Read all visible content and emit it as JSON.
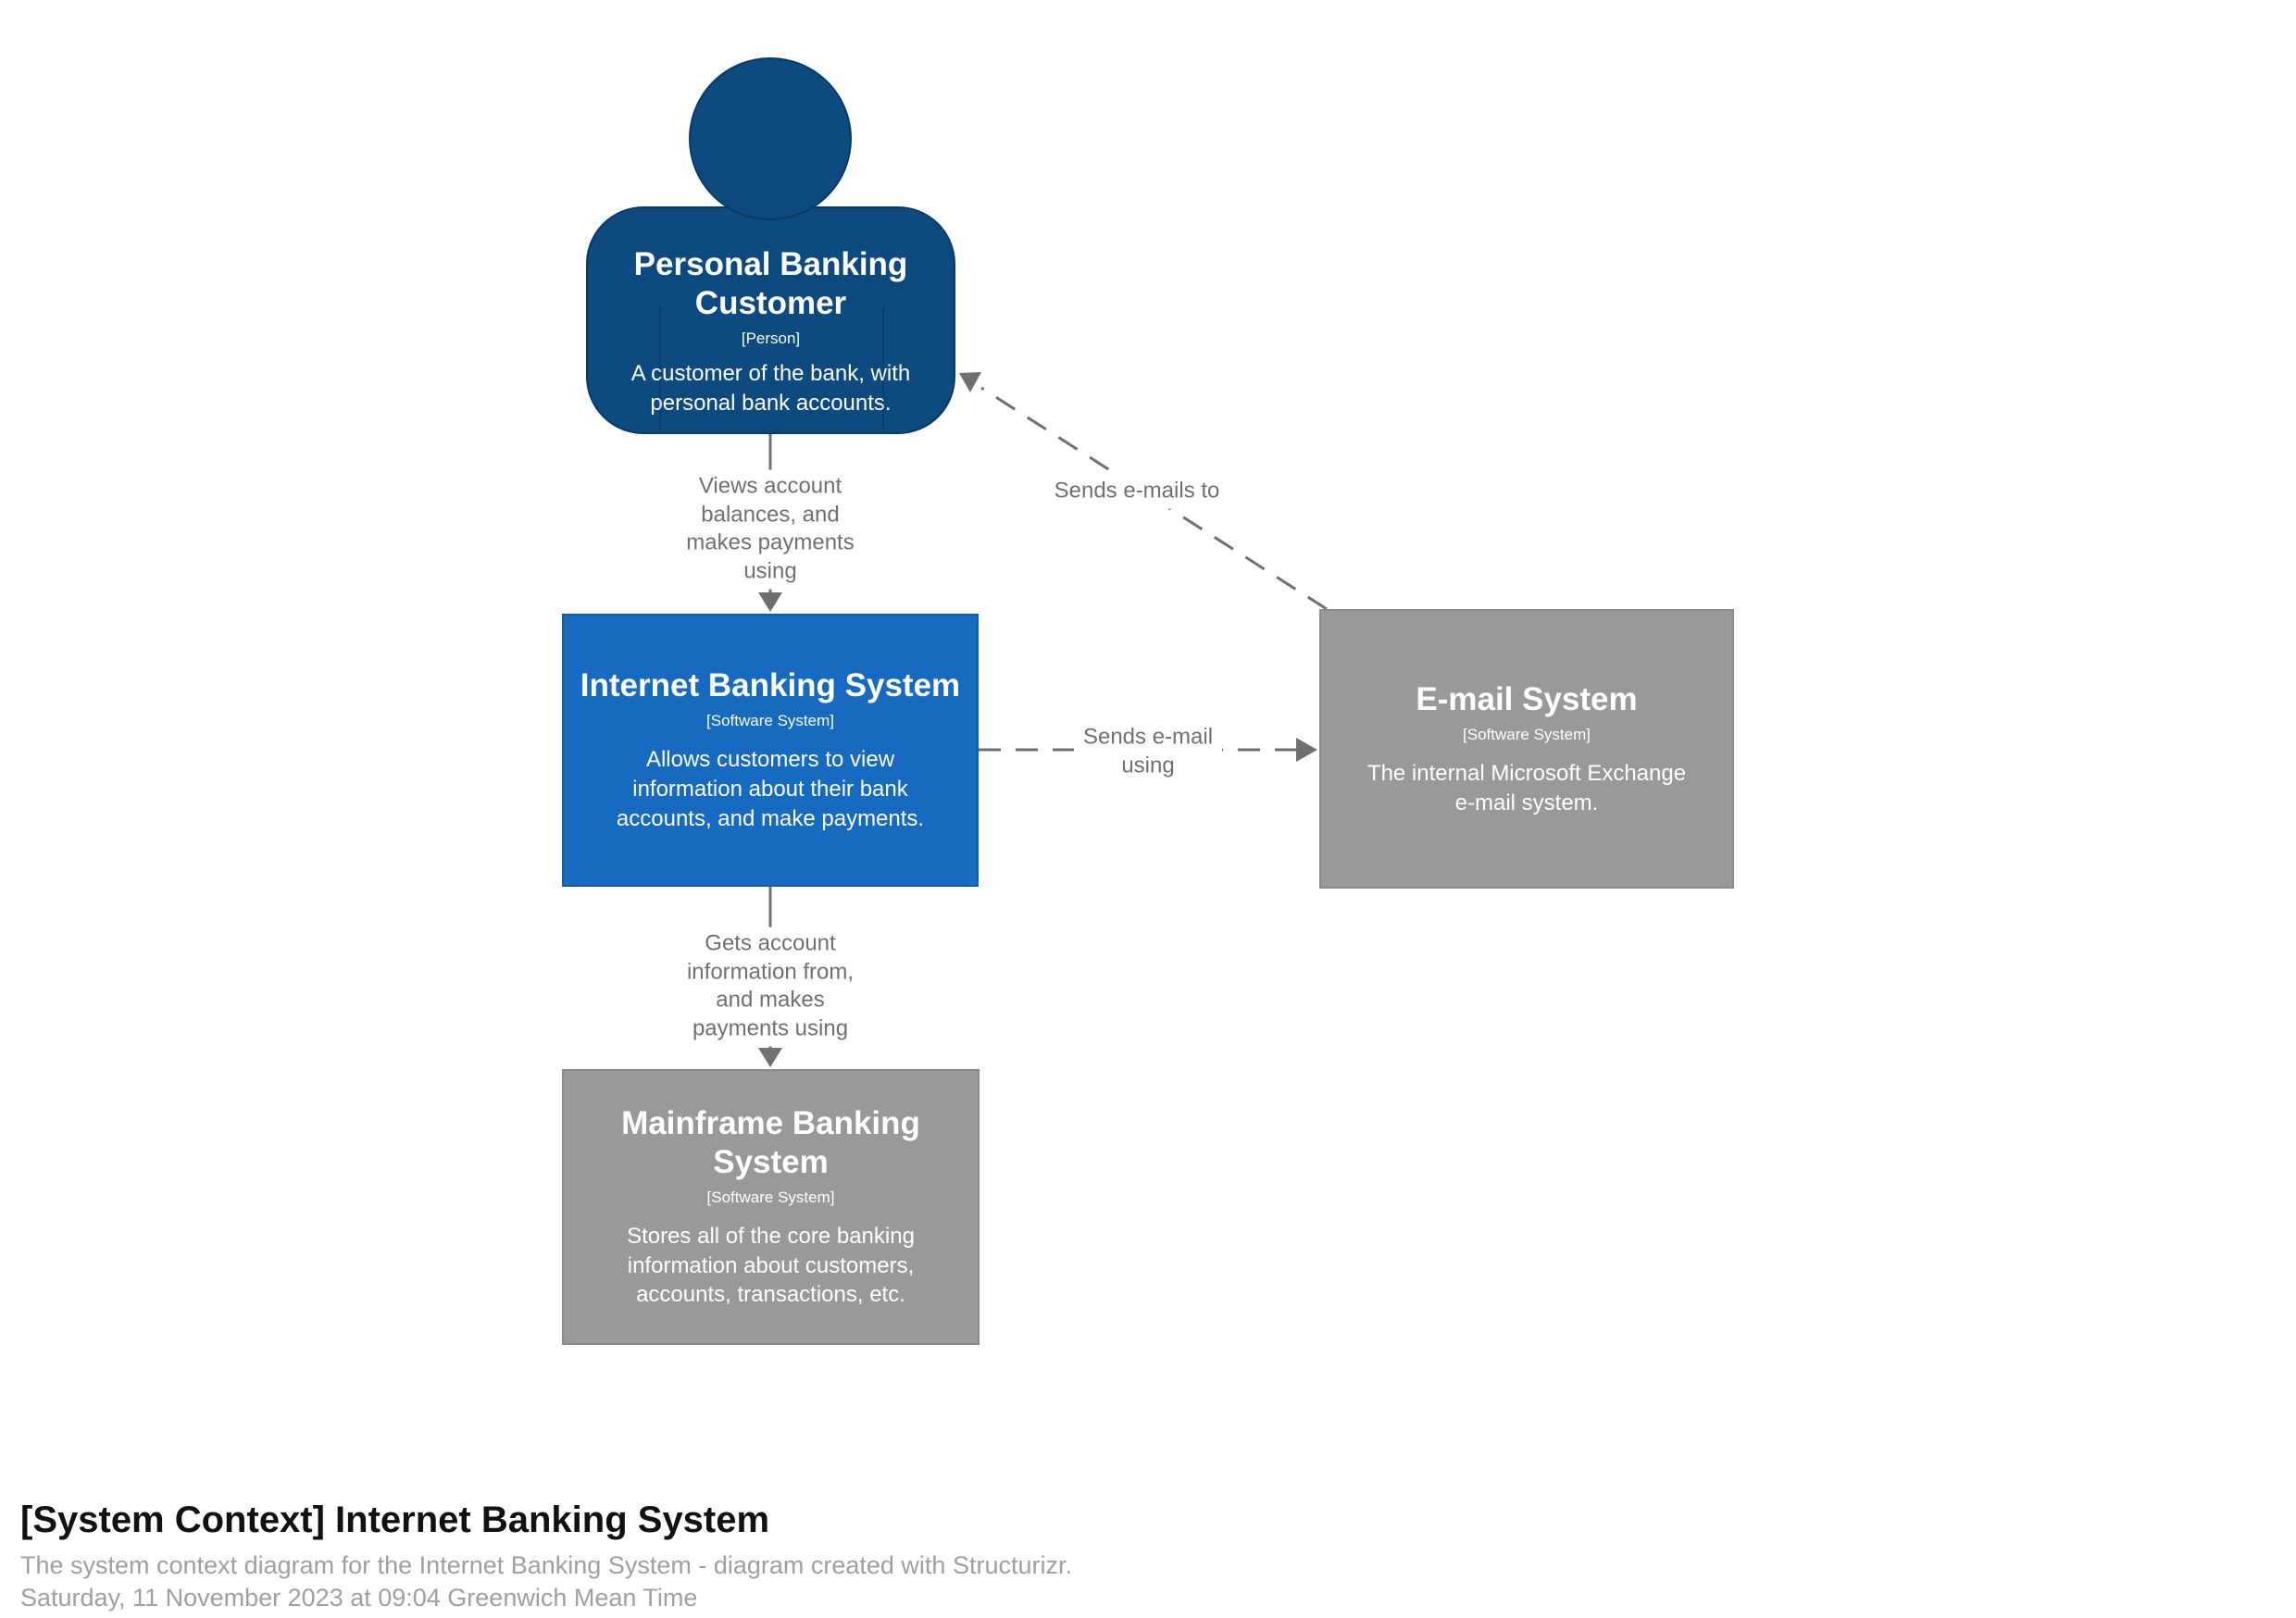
{
  "colors": {
    "person_fill": "#0c4a80",
    "person_border": "#093a66",
    "system_fill": "#166bc1",
    "system_border": "#115ca8",
    "external_fill": "#999999",
    "external_border": "#8a8a8a",
    "line": "#707070",
    "label_text": "#707070",
    "footer_title": "#111111",
    "footer_muted": "#a0a0a0"
  },
  "nodes": {
    "person": {
      "title": "Personal Banking\nCustomer",
      "meta": "[Person]",
      "description": "A customer of the bank, with\npersonal bank accounts."
    },
    "internet_banking_system": {
      "title": "Internet Banking System",
      "meta": "[Software System]",
      "description": "Allows customers to view\ninformation about their bank\naccounts, and make payments."
    },
    "email_system": {
      "title": "E-mail System",
      "meta": "[Software System]",
      "description": "The internal Microsoft Exchange\ne-mail system."
    },
    "mainframe_banking_system": {
      "title": "Mainframe Banking\nSystem",
      "meta": "[Software System]",
      "description": "Stores all of the core banking\ninformation about customers,\naccounts, transactions, etc."
    }
  },
  "relationships": {
    "person_to_internet_banking": {
      "label": "Views account\nbalances, and\nmakes payments\nusing"
    },
    "email_to_person": {
      "label": "Sends e-mails to"
    },
    "internet_banking_to_email": {
      "label": "Sends e-mail\nusing"
    },
    "internet_banking_to_mainframe": {
      "label": "Gets account\ninformation from,\nand makes\npayments using"
    }
  },
  "footer": {
    "title": "[System Context] Internet Banking System",
    "description": "The system context diagram for the Internet Banking System - diagram created with Structurizr.",
    "timestamp": "Saturday, 11 November 2023 at 09:04 Greenwich Mean Time"
  }
}
